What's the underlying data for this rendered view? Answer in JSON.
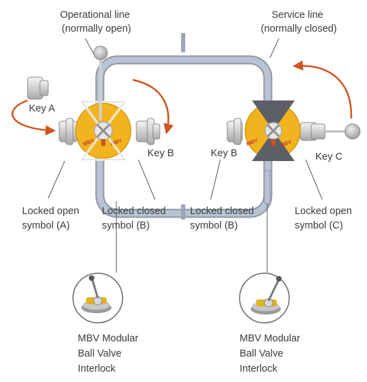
{
  "labels": {
    "operational_line": [
      "Operational line",
      "(normally open)"
    ],
    "service_line": [
      "Service line",
      "(normally closed)"
    ],
    "key_a": "Key A",
    "key_b_left": "Key B",
    "key_b_right": "Key B",
    "key_c": "Key C",
    "locked_open_a": [
      "Locked open",
      "symbol (A)"
    ],
    "locked_closed_b_left": [
      "Locked closed",
      "symbol (B)"
    ],
    "locked_closed_b_right": [
      "Locked closed",
      "symbol (B)"
    ],
    "locked_open_c": [
      "Locked open",
      "symbol (C)"
    ],
    "mbv_left": [
      "MBV Modular",
      "Ball Valve",
      "Interlock"
    ],
    "mbv_right": [
      "MBV Modular",
      "Ball Valve",
      "Interlock"
    ],
    "valve_marking": "MBV"
  },
  "colors": {
    "pipe": "#a8b4c4",
    "pipe_edge": "#8b97a8",
    "valve_body": "#f2b41e",
    "arrow": "#d0531f",
    "label_text": "#3a3a3a",
    "closed_symbol": "#5c5f66"
  }
}
